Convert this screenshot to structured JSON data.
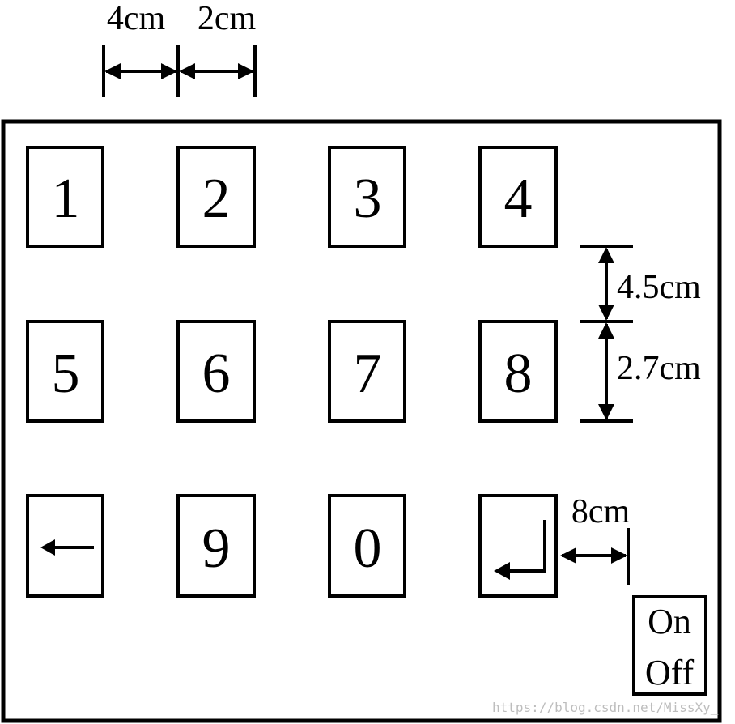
{
  "keys": {
    "k1": "1",
    "k2": "2",
    "k3": "3",
    "k4": "4",
    "k5": "5",
    "k6": "6",
    "k7": "7",
    "k8": "8",
    "k9": "9",
    "k0": "0"
  },
  "switch": {
    "line1": "On",
    "line2": "Off"
  },
  "dimensions": {
    "key_width": "4cm",
    "key_gap": "2cm",
    "key_height": "4.5cm",
    "row_gap": "2.7cm",
    "switch_offset": "8cm"
  },
  "watermark": "https://blog.csdn.net/MissXy_",
  "icons": {
    "backspace": "left-arrow-icon",
    "enter": "enter-arrow-icon"
  }
}
